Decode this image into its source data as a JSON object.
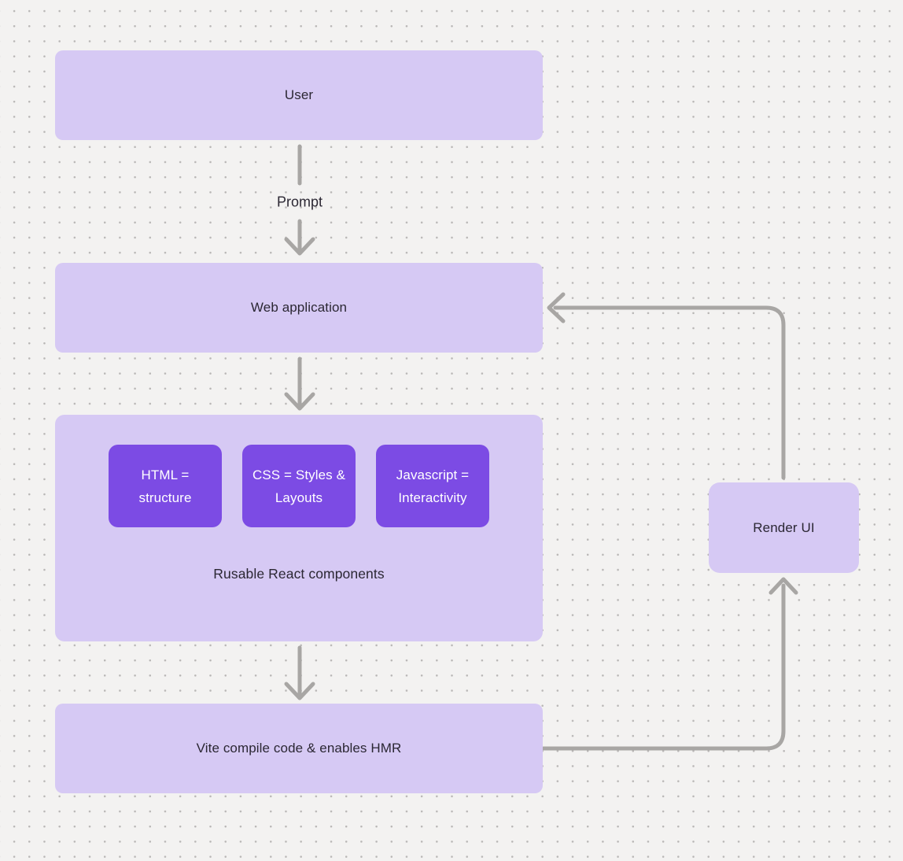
{
  "colors": {
    "canvas_bg": "#f3f2f1",
    "dot_grid": "#b9b7b6",
    "node_fill": "#d6c9f4",
    "accent_fill": "#7c4be4",
    "connector": "#a8a6a4",
    "text_dark": "#2b2733",
    "text_light": "#ffffff"
  },
  "nodes": {
    "user": {
      "label": "User"
    },
    "web_application": {
      "label": "Web application"
    },
    "components_group": {
      "caption": "Rusable React components",
      "children": [
        {
          "label": "HTML = structure"
        },
        {
          "label": "CSS = Styles & Layouts"
        },
        {
          "label": "Javascript = Interactivity"
        }
      ]
    },
    "vite": {
      "label": "Vite compile code & enables HMR"
    },
    "render_ui": {
      "label": "Render UI"
    }
  },
  "edges": {
    "user_to_webapp_label": "Prompt"
  }
}
